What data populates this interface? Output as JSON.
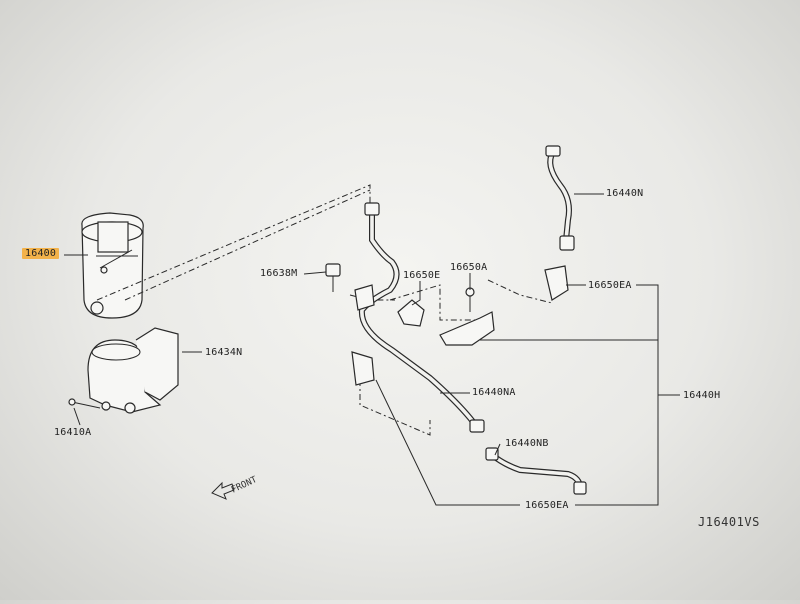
{
  "diagram": {
    "id_code": "J16401VS",
    "front_label": "FRONT",
    "labels": {
      "p16400": "16400",
      "p16434N": "16434N",
      "p16410A": "16410A",
      "p16638M": "16638M",
      "p16650E": "16650E",
      "p16650A": "16650A",
      "p16440N": "16440N",
      "p16650EA_top": "16650EA",
      "p16440NA": "16440NA",
      "p16440H": "16440H",
      "p16440NB": "16440NB",
      "p16650EA_bottom": "16650EA"
    },
    "highlight_color": "#f3b24a"
  }
}
